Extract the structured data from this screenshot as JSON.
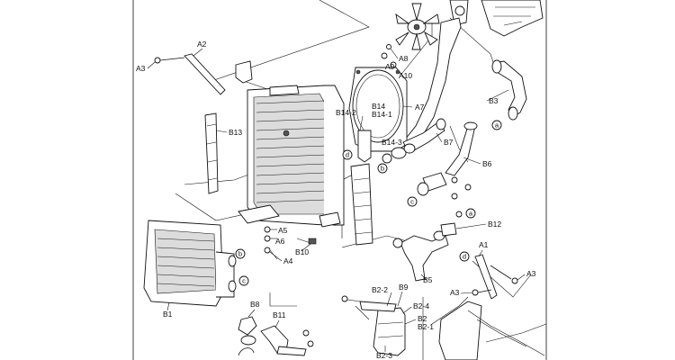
{
  "labels": {
    "a2": "A2",
    "a3_top": "A3",
    "b13": "B13",
    "a8": "A8",
    "a9": "A9",
    "a10": "A10",
    "a7": "A7",
    "b14": "B14",
    "b14_1": "B14-1",
    "b14_2": "B14-2",
    "b14_3": "B14-3",
    "b3": "B3",
    "b7": "B7",
    "b6": "B6",
    "b12": "B12",
    "a5": "A5",
    "a6": "A6",
    "a4": "A4",
    "b10": "B10",
    "b5": "B5",
    "b1": "B1",
    "a1": "A1",
    "a3_right": "A3",
    "a3_lower": "A3",
    "b2_2": "B2-2",
    "b9": "B9",
    "b2_4": "B2-4",
    "b2": "B2",
    "b2_1": "B2-1",
    "b2_3": "B2-3",
    "b8": "B8",
    "b11": "B11"
  },
  "callouts": {
    "a_upper": "a",
    "a_mid": "a",
    "b_rad": "b",
    "b_hose": "b",
    "c_rad": "c",
    "c_hose": "c",
    "d_frame": "d",
    "d_lower": "d"
  }
}
